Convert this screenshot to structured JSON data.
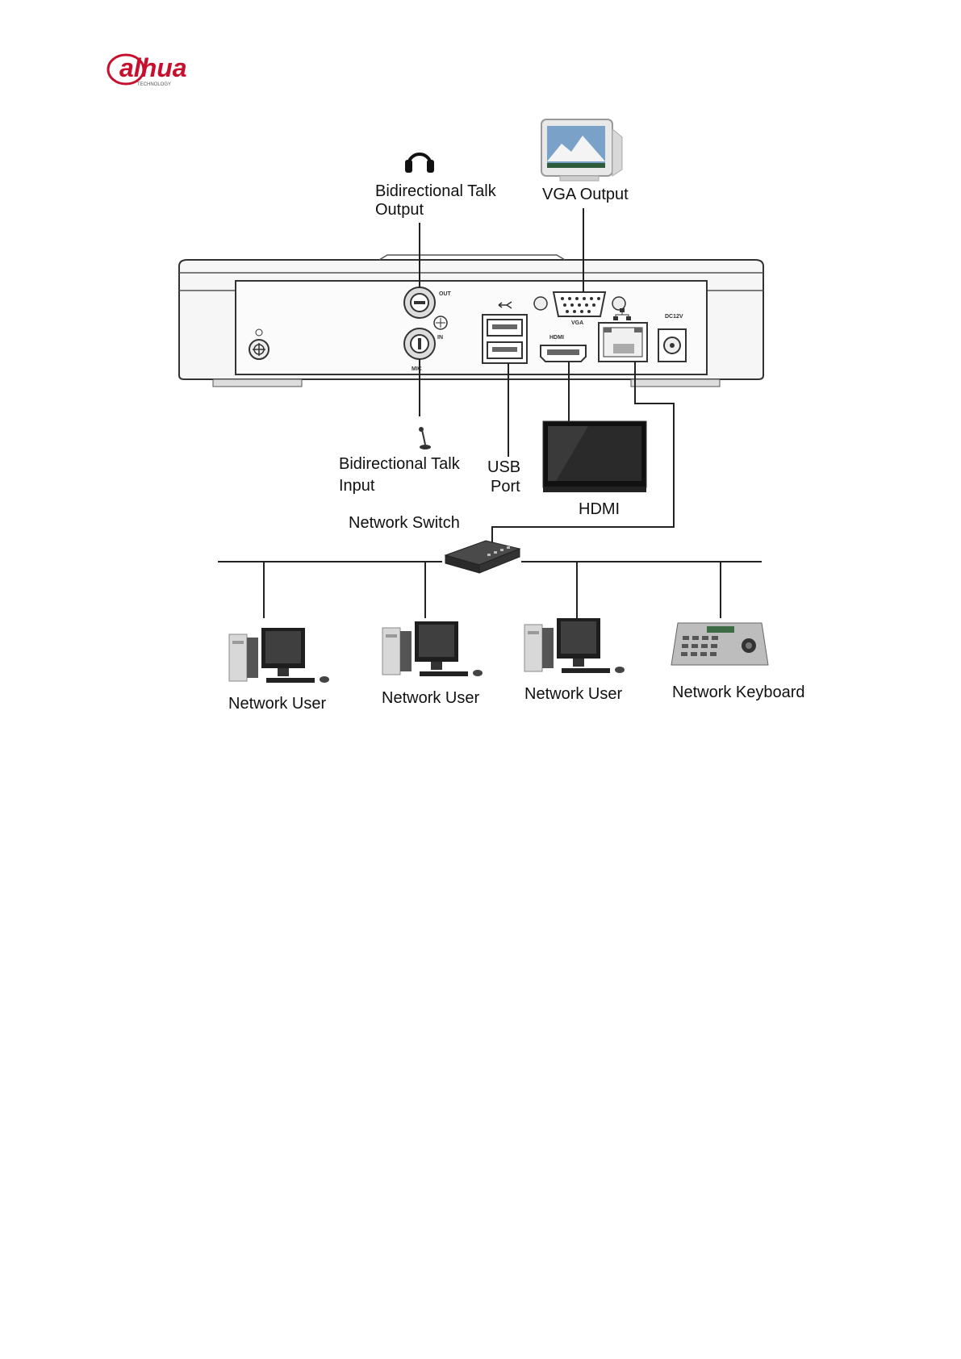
{
  "logo": {
    "wordmark": "alhua",
    "tagline": "TECHNOLOGY",
    "brand_color": "#c8102e"
  },
  "diagram": {
    "talk_output_label": [
      "Bidirectional Talk",
      "Output"
    ],
    "vga_output_label": "VGA Output",
    "talk_input_label": [
      "Bidirectional Talk",
      "Input"
    ],
    "usb_label": [
      "USB",
      "Port"
    ],
    "hdmi_label": "HDMI",
    "switch_label": "Network Switch",
    "network_users": [
      "Network User",
      "Network User",
      "Network User"
    ],
    "keyboard_label": "Network Keyboard",
    "panel_port_labels": {
      "out": "OUT",
      "in": "IN",
      "mic": "MIC",
      "vga": "VGA",
      "hdmi": "HDMI",
      "power": "DC12V"
    }
  }
}
